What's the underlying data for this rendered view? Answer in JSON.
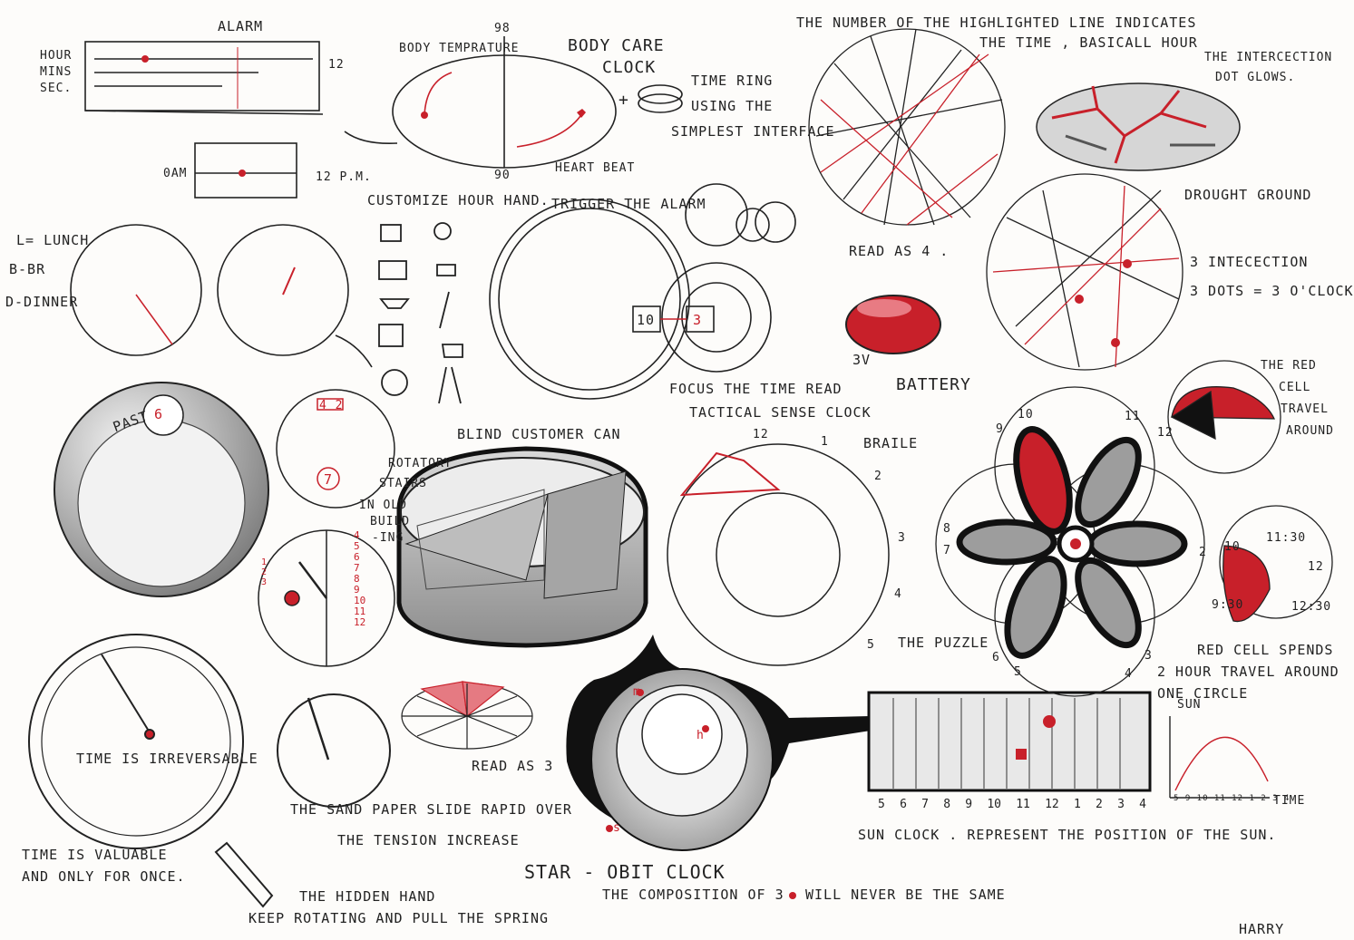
{
  "colors": {
    "ink": "#222222",
    "accent": "#c8202a",
    "paper": "#fdfcfa",
    "shade": "#9a9a9a"
  },
  "alarm": {
    "title": "ALARM",
    "rows": [
      "HOUR",
      "MINS",
      "SEC."
    ],
    "max_label": "12",
    "day_start": "0AM",
    "day_end": "12 P.M."
  },
  "body_care": {
    "title_line1": "BODY CARE",
    "title_line2": "CLOCK",
    "temp_label": "BODY TEMPRATURE",
    "top_value": "98",
    "bottom_value": "90",
    "heartbeat_label": "HEART BEAT",
    "plus": "+",
    "ring_text_1": "TIME RING",
    "ring_text_2": "USING THE",
    "ring_text_3": "SIMPLEST INTERFACE",
    "customize": "CUSTOMIZE HOUR HAND.",
    "trigger": "TRIGGER THE ALARM"
  },
  "meals": {
    "lunch": "L= LUNCH",
    "breakfast": "B-BR",
    "dinner": "D-DINNER"
  },
  "tactical": {
    "left_value": "10",
    "right_value": "3",
    "focus_label": "FOCUS THE TIME READ",
    "title": "TACTICAL SENSE CLOCK"
  },
  "lines_clock": {
    "note_line1": "THE NUMBER OF THE HIGHLIGHTED LINE INDICATES",
    "note_line2": "THE TIME , BASICALL HOUR",
    "read_as": "READ AS 4 .",
    "glow_line1": "THE INTERCECTION",
    "glow_line2": "DOT GLOWS.",
    "drought": "DROUGHT GROUND",
    "intersection": "3 INTECECTION",
    "dots": "3 DOTS = 3 O'CLOCK"
  },
  "battery": {
    "voltage": "3V",
    "label": "BATTERY"
  },
  "past_dial": {
    "label": "PAST",
    "value": "6"
  },
  "stairs": {
    "top_value": "4 2",
    "bottom_value": "7",
    "label_1": "ROTATORY",
    "label_2": "STAIRS",
    "label_3": "IN OLD",
    "label_4": "BUILD",
    "label_5": "-ING",
    "blind": "BLIND CUSTOMER CAN",
    "read_as": "READ AS 3",
    "ruler_numbers": [
      "1",
      "2",
      "3",
      "4",
      "5",
      "6",
      "7",
      "8",
      "9",
      "10",
      "11",
      "12"
    ]
  },
  "braille": {
    "label": "BRAILE",
    "puzzle": "THE PUZZLE",
    "numbers": [
      "12",
      "1",
      "2",
      "3",
      "4",
      "5"
    ]
  },
  "puzzle_flower": {
    "numbers": [
      "10",
      "11",
      "12",
      "9",
      "8",
      "7",
      "6",
      "5",
      "4",
      "3",
      "2"
    ],
    "red_cell": "THE RED",
    "red_cell_2": "CELL",
    "travel_1": "TRAVEL",
    "travel_2": "AROUND",
    "time_small": "11:30",
    "n10": "10",
    "n12": "12",
    "t930": "9:30",
    "t1230": "12:30",
    "spend_1": "RED CELL SPENDS",
    "spend_2": "2 HOUR TRAVEL AROUND",
    "spend_3": "ONE CIRCLE"
  },
  "irreversible": {
    "label": "TIME IS IRREVERSABLE",
    "note_1": "TIME IS VALUABLE",
    "note_2": "AND ONLY FOR ONCE."
  },
  "sand_paper": {
    "line_1": "THE SAND PAPER SLIDE RAPID OVER",
    "line_2": "THE TENSION INCREASE",
    "line_3": "THE HIDDEN HAND",
    "line_4": "KEEP ROTATING AND PULL THE SPRING"
  },
  "star_orbit": {
    "title": "STAR - OBIT CLOCK",
    "composition": "THE COMPOSITION OF 3",
    "never": "WILL NEVER BE THE SAME",
    "m": "m",
    "h": "h",
    "s": "s"
  },
  "sun_clock": {
    "label": "SUN CLOCK . REPRESENT THE POSITION OF THE SUN.",
    "hours": [
      "5",
      "6",
      "7",
      "8",
      "9",
      "10",
      "11",
      "12",
      "1",
      "2",
      "3",
      "4"
    ],
    "graph_y": "SUN",
    "graph_x": "TIME",
    "graph_ticks": "5 9 10 11 12 1 2 3 4"
  },
  "signature": "HARRY"
}
